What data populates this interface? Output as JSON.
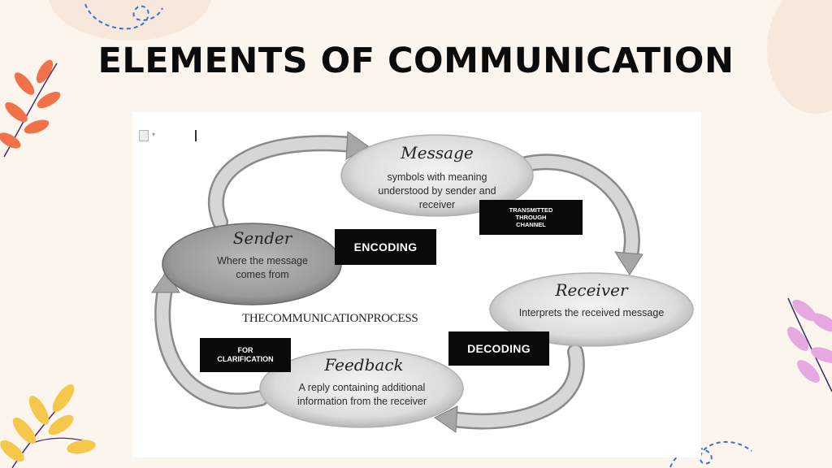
{
  "slide": {
    "title": "ELEMENTS OF COMMUNICATION"
  },
  "diagram": {
    "message": {
      "heading": "Message",
      "line1": "symbols with meaning",
      "line2": "understood by sender and",
      "line3": "receiver"
    },
    "sender": {
      "heading": "Sender",
      "line1": "Where the message",
      "line2": "comes from"
    },
    "receiver": {
      "heading": "Receiver",
      "line1": "Interprets the received message"
    },
    "feedback": {
      "heading": "Feedback",
      "line1": "A reply containing additional",
      "line2": "information from the receiver"
    },
    "labels": {
      "encoding": "ENCODING",
      "decoding": "DECODING",
      "transmitted_line1": "TRANSMITTED",
      "transmitted_line2": "THROUGH",
      "transmitted_line3": "CHANNEL",
      "clarification_line1": "FOR",
      "clarification_line2": "CLARIFICATION"
    },
    "process_title": "THECOMMUNICATIONPROCESS"
  },
  "colors": {
    "background": "#fbf5ee",
    "leaf_orange": "#f0714a",
    "leaf_yellow": "#f5c74a",
    "leaf_pink": "#e6a8e0",
    "dash_blue": "#3d6fd6"
  }
}
